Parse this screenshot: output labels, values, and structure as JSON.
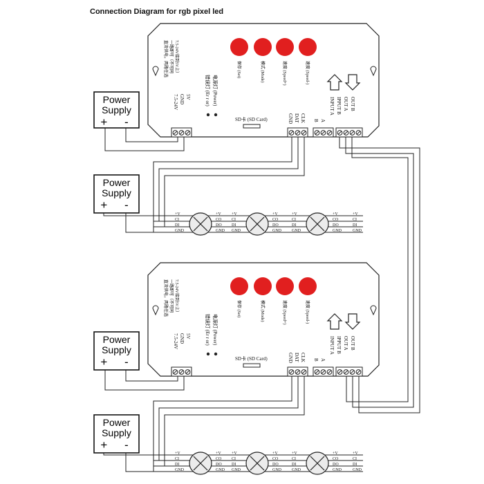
{
  "title": "Connection Diagram for rgb pixel led",
  "power_supply": {
    "line1": "Power",
    "line2": "Supply",
    "plus": "+",
    "minus": "-"
  },
  "controller": {
    "buttons": [
      {
        "label": "保存 (Set)",
        "color": "#e11f1f"
      },
      {
        "label": "模式 (Mode)",
        "color": "#e11f1f"
      },
      {
        "label": "速度 (Speed+)",
        "color": "#e11f1f"
      },
      {
        "label": "速度 (Speed-)",
        "color": "#e11f1f"
      }
    ],
    "notes": [
      "直流供电，两路任选",
      "一路即可（不可同",
      "7.5-24V接到5V上）"
    ],
    "power_pins": [
      "7.5-24V",
      "GND",
      "5V"
    ],
    "indicators": [
      "错误灯 (Er r or)",
      "电源灯 (Power)"
    ],
    "sd_card": "SD卡 (SD Card)",
    "data_pins": [
      "GND",
      "DAT",
      "CLK"
    ],
    "ab_pins": [
      "B",
      "A"
    ],
    "io_pins": [
      "INPUT A",
      "IPPUT B",
      "OUT A",
      "OUT B"
    ],
    "arrows": [
      "up-arrow-icon",
      "down-arrow-icon"
    ]
  },
  "led_pins": {
    "left": [
      "+V",
      "CI",
      "DI",
      "GND"
    ],
    "right": [
      "+V",
      "CO",
      "DO",
      "GND"
    ]
  }
}
